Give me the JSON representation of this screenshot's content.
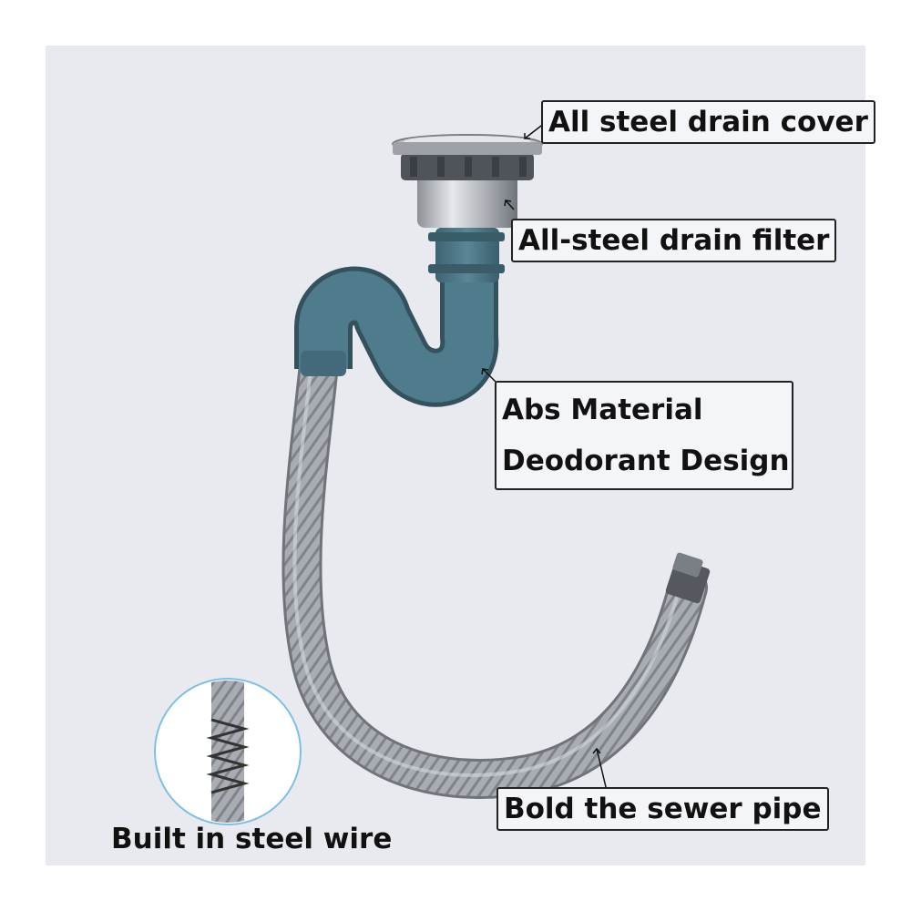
{
  "labels": {
    "drain_cover": "All steel drain cover",
    "drain_filter": "All-steel drain filter",
    "material_line1": "Abs Material",
    "material_line2": "Deodorant Design",
    "sewer_pipe": "Bold the sewer pipe",
    "steel_wire": "Built in steel wire"
  },
  "colors": {
    "background": "#e8eaf0",
    "trap": "#4a7585",
    "hose": "#a3a6ac",
    "steel": "#c9ccd1"
  }
}
